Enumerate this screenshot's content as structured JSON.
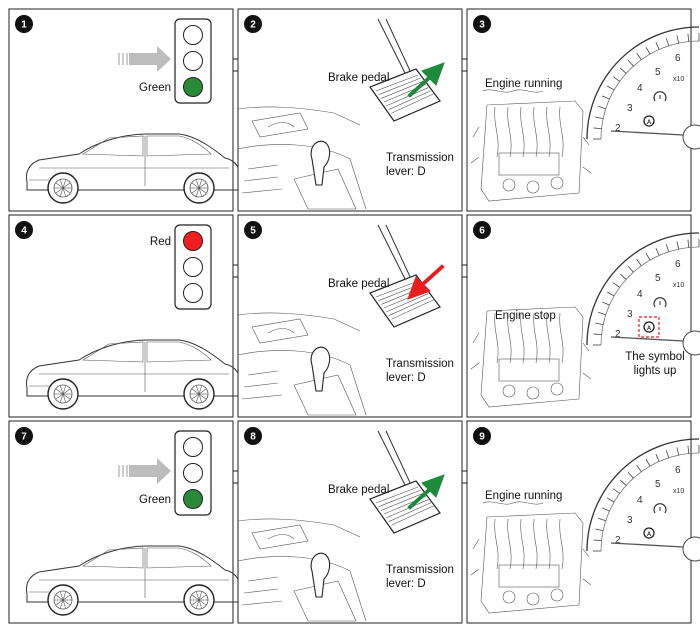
{
  "rows": [
    {
      "panels": [
        {
          "number": "1",
          "light_label": "Green",
          "light_color": "#2a8a3a",
          "light_lit": "bottom",
          "arrow": true
        },
        {
          "number": "2",
          "pedal_label": "Brake pedal",
          "pedal_arrow_color": "#1e8a3c",
          "pedal_arrow_dir": "release",
          "lever_label_1": "Transmission",
          "lever_label_2": "lever: D"
        },
        {
          "number": "3",
          "engine_label": "Engine running",
          "symbol_highlight": false
        }
      ]
    },
    {
      "panels": [
        {
          "number": "4",
          "light_label": "Red",
          "light_color": "#f01e1e",
          "light_lit": "top",
          "arrow": false
        },
        {
          "number": "5",
          "pedal_label": "Brake pedal",
          "pedal_arrow_color": "#e81e1e",
          "pedal_arrow_dir": "press",
          "lever_label_1": "Transmission",
          "lever_label_2": "lever: D"
        },
        {
          "number": "6",
          "engine_label": "Engine stop",
          "symbol_highlight": true,
          "symbol_label_1": "The symbol",
          "symbol_label_2": "lights up"
        }
      ]
    },
    {
      "panels": [
        {
          "number": "7",
          "light_label": "Green",
          "light_color": "#2a8a3a",
          "light_lit": "bottom",
          "arrow": true
        },
        {
          "number": "8",
          "pedal_label": "Brake pedal",
          "pedal_arrow_color": "#1e8a3c",
          "pedal_arrow_dir": "release",
          "lever_label_1": "Transmission",
          "lever_label_2": "lever: D"
        },
        {
          "number": "9",
          "engine_label": "Engine running",
          "symbol_highlight": false
        }
      ]
    }
  ],
  "gauge": {
    "ticks": [
      "2",
      "3",
      "4",
      "5",
      "6"
    ],
    "unit": "x10"
  }
}
